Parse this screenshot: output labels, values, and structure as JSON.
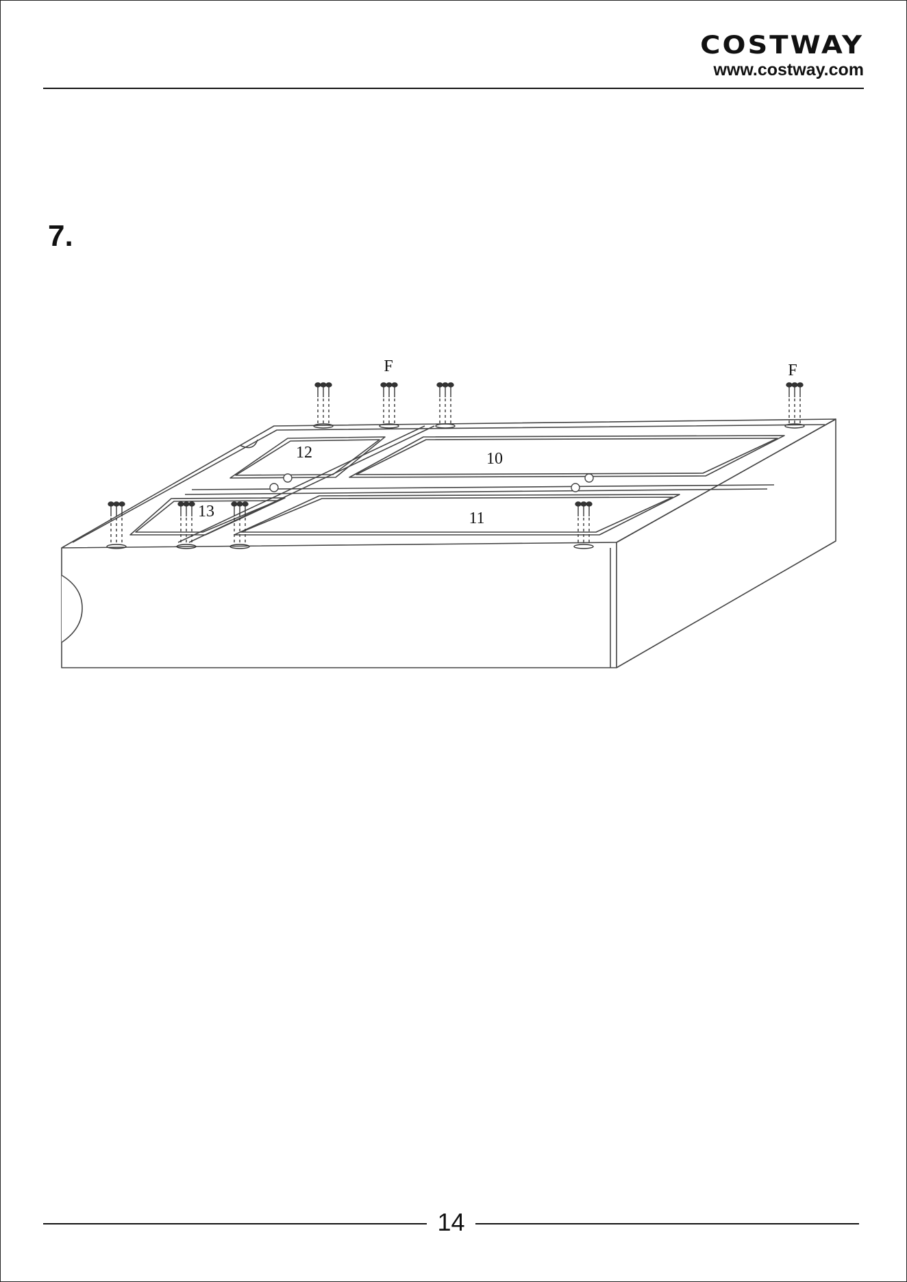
{
  "header": {
    "brand": "COSTWAY",
    "url": "www.costway.com"
  },
  "step": {
    "number": "7."
  },
  "diagram": {
    "part_labels": {
      "p10": "10",
      "p11": "11",
      "p12": "12",
      "p13": "13"
    },
    "hardware_labels": {
      "f1": "F",
      "f2": "F"
    }
  },
  "footer": {
    "page_number": "14"
  }
}
